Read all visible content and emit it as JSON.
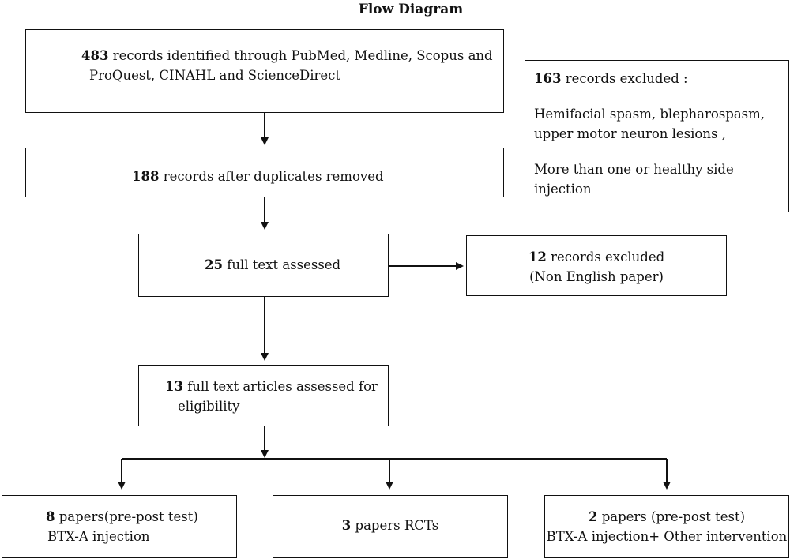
{
  "title": "Flow Diagram",
  "nodes": {
    "identified": {
      "count": "483",
      "line1": " records identified through PubMed, Medline, Scopus and",
      "line2": "ProQuest, CINAHL and ScienceDirect"
    },
    "excluded_first": {
      "count": "163",
      "line1": " records excluded :",
      "line2": "Hemifacial spasm, blepharospasm,",
      "line3": "upper motor neuron lesions ,",
      "line4": "More than one or healthy side",
      "line5": "injection"
    },
    "after_duplicates": {
      "count": "188",
      "line1": " records after duplicates removed"
    },
    "full_text": {
      "count": "25",
      "line1": " full text assessed"
    },
    "excluded_language": {
      "count": "12",
      "line1": " records excluded",
      "line2": "(Non English paper)"
    },
    "eligibility": {
      "count": "13",
      "line1": " full text articles assessed for",
      "line2": "eligibility"
    },
    "pre_post": {
      "count": "8",
      "line1": " papers(pre-post test)",
      "line2": "BTX-A injection"
    },
    "rcts": {
      "count": "3",
      "line1": " papers RCTs"
    },
    "other_intervention": {
      "count": "2",
      "line1": " papers (pre-post test)",
      "line2": "BTX-A injection+ Other intervention"
    }
  }
}
